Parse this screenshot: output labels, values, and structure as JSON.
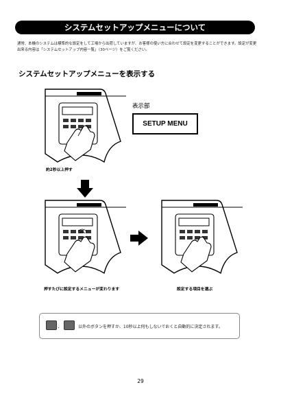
{
  "header": {
    "title": "システムセットアップメニューについて"
  },
  "intro": {
    "text": "通常、本機のシステムは標準的な設定をして工場から出荷していますが、お客様の使い方に合わせて設定を変更することができます。設定が変更出来る内容は「システムセットアップ内容一覧」（30ページ）をご覧ください。"
  },
  "section": {
    "heading": "システムセットアップメニューを表示する"
  },
  "display": {
    "label": "表示部",
    "screen_text": "SETUP MENU"
  },
  "captions": {
    "step1": "約2秒以上押す",
    "step2": "押すたびに設定するメニューが変わります",
    "step3": "設定する項目を選ぶ"
  },
  "notice": {
    "comma": "、",
    "text": "以外のボタンを押すか、10秒以上何もしないでおくと自動的に決定されます。"
  },
  "footer": {
    "page_number": "29"
  }
}
